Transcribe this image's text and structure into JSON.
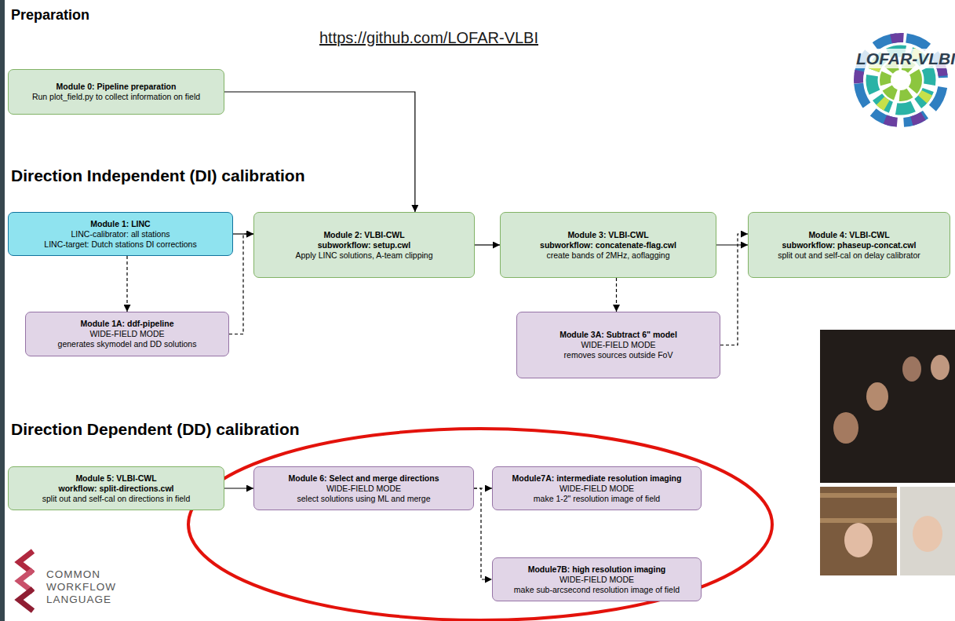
{
  "diagram": {
    "nodes": [
      {
        "text": [
          "Module 0: Pipeline preparation",
          "Run plot_field.py to collect information on field"
        ]
      },
      {
        "text": [
          "Module 1: LINC",
          "LINC-calibrator: all stations",
          "LINC-target: Dutch stations DI corrections"
        ]
      },
      {
        "text": [
          "Module 2: VLBI-CWL",
          "subworkflow: setup.cwl",
          "Apply LINC solutions, A-team clipping"
        ]
      },
      {
        "text": [
          "Module 3: VLBI-CWL",
          "subworkflow: concatenate-flag.cwl",
          "create bands of 2MHz, aoflagging"
        ]
      },
      {
        "text": [
          "Module 4: VLBI-CWL",
          "subworkflow: phaseup-concat.cwl",
          "split out and self-cal on delay calibrator"
        ]
      },
      {
        "text": [
          "Module 1A: ddf-pipeline",
          "WIDE-FIELD MODE",
          "generates skymodel and DD solutions"
        ]
      },
      {
        "text": [
          "Module 3A: Subtract 6\" model",
          "WIDE-FIELD MODE",
          "removes sources outside FoV"
        ]
      },
      {
        "text": [
          "Module 5: VLBI-CWL",
          "workflow: split-directions.cwl",
          "split out and self-cal on directions in field"
        ]
      },
      {
        "text": [
          "Module 6: Select and merge directions",
          "WIDE-FIELD MODE",
          "select solutions using ML and merge"
        ]
      },
      {
        "text": [
          "Module7A: intermediate resolution imaging",
          "WIDE-FIELD MODE",
          "make 1-2\" resolution image of field"
        ]
      },
      {
        "text": [
          "Module7B: high resolution imaging",
          "WIDE-FIELD MODE",
          "make sub-arcsecond resolution image of field"
        ]
      }
    ],
    "edges": [
      {
        "from": 0,
        "to": 2,
        "arrow": "to"
      },
      {
        "from": 1,
        "to": 2,
        "arrow": "to"
      },
      {
        "from": 2,
        "to": 3,
        "arrow": "to"
      },
      {
        "from": 3,
        "to": 4,
        "arrow": "to"
      },
      {
        "from": 1,
        "to": 5,
        "arrow": "to"
      },
      {
        "from": 5,
        "to": 2,
        "arrow": "to"
      },
      {
        "from": 3,
        "to": 6,
        "arrow": "to"
      },
      {
        "from": 6,
        "to": 4,
        "arrow": "to"
      },
      {
        "from": 7,
        "to": 8,
        "arrow": "to"
      },
      {
        "from": 8,
        "to": 9,
        "arrow": "to"
      },
      {
        "from": 8,
        "to": 10,
        "arrow": "to"
      }
    ],
    "labels": [
      "Preparation",
      "https://github.com/LOFAR-VLBI",
      "LOFAR-VLBI",
      "Direction Independent (DI) calibration",
      "Direction Dependent (DD) calibration",
      "COMMON",
      "WORKFLOW",
      "LANGUAGE"
    ]
  }
}
